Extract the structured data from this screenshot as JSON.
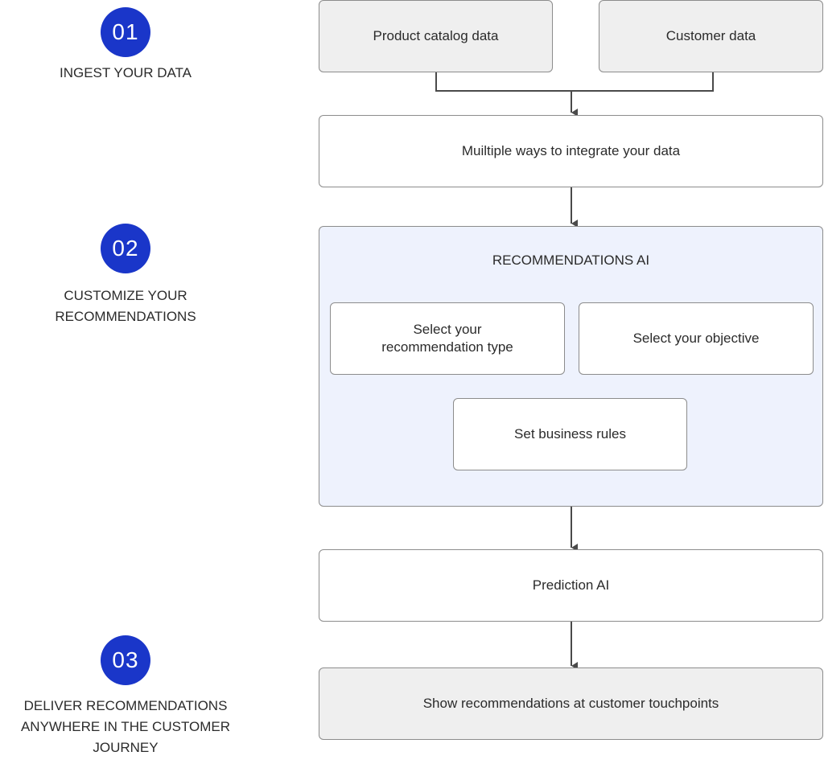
{
  "steps": [
    {
      "number": "01",
      "label": "INGEST YOUR DATA"
    },
    {
      "number": "02",
      "label_lines": [
        "CUSTOMIZE YOUR",
        "RECOMMENDATIONS"
      ]
    },
    {
      "number": "03",
      "label_lines": [
        "DELIVER RECOMMENDATIONS",
        "ANYWHERE IN THE CUSTOMER",
        "JOURNEY"
      ]
    }
  ],
  "flow": {
    "product_catalog": "Product catalog data",
    "customer_data": "Customer data",
    "integrate": "Muiltiple ways to integrate your data",
    "recommendations_ai": {
      "title": "RECOMMENDATIONS AI",
      "recommendation_type_lines": [
        "Select your",
        "recommendation type"
      ],
      "objective": "Select your objective",
      "business_rules": "Set business rules"
    },
    "prediction_ai": "Prediction AI",
    "touchpoints": "Show recommendations at customer touchpoints"
  },
  "colors": {
    "badge": "#1a36c9",
    "gray_box": "#efefef",
    "panel": "#eef2fd",
    "border": "#8c8c8c",
    "connector": "#4a4a4a"
  }
}
